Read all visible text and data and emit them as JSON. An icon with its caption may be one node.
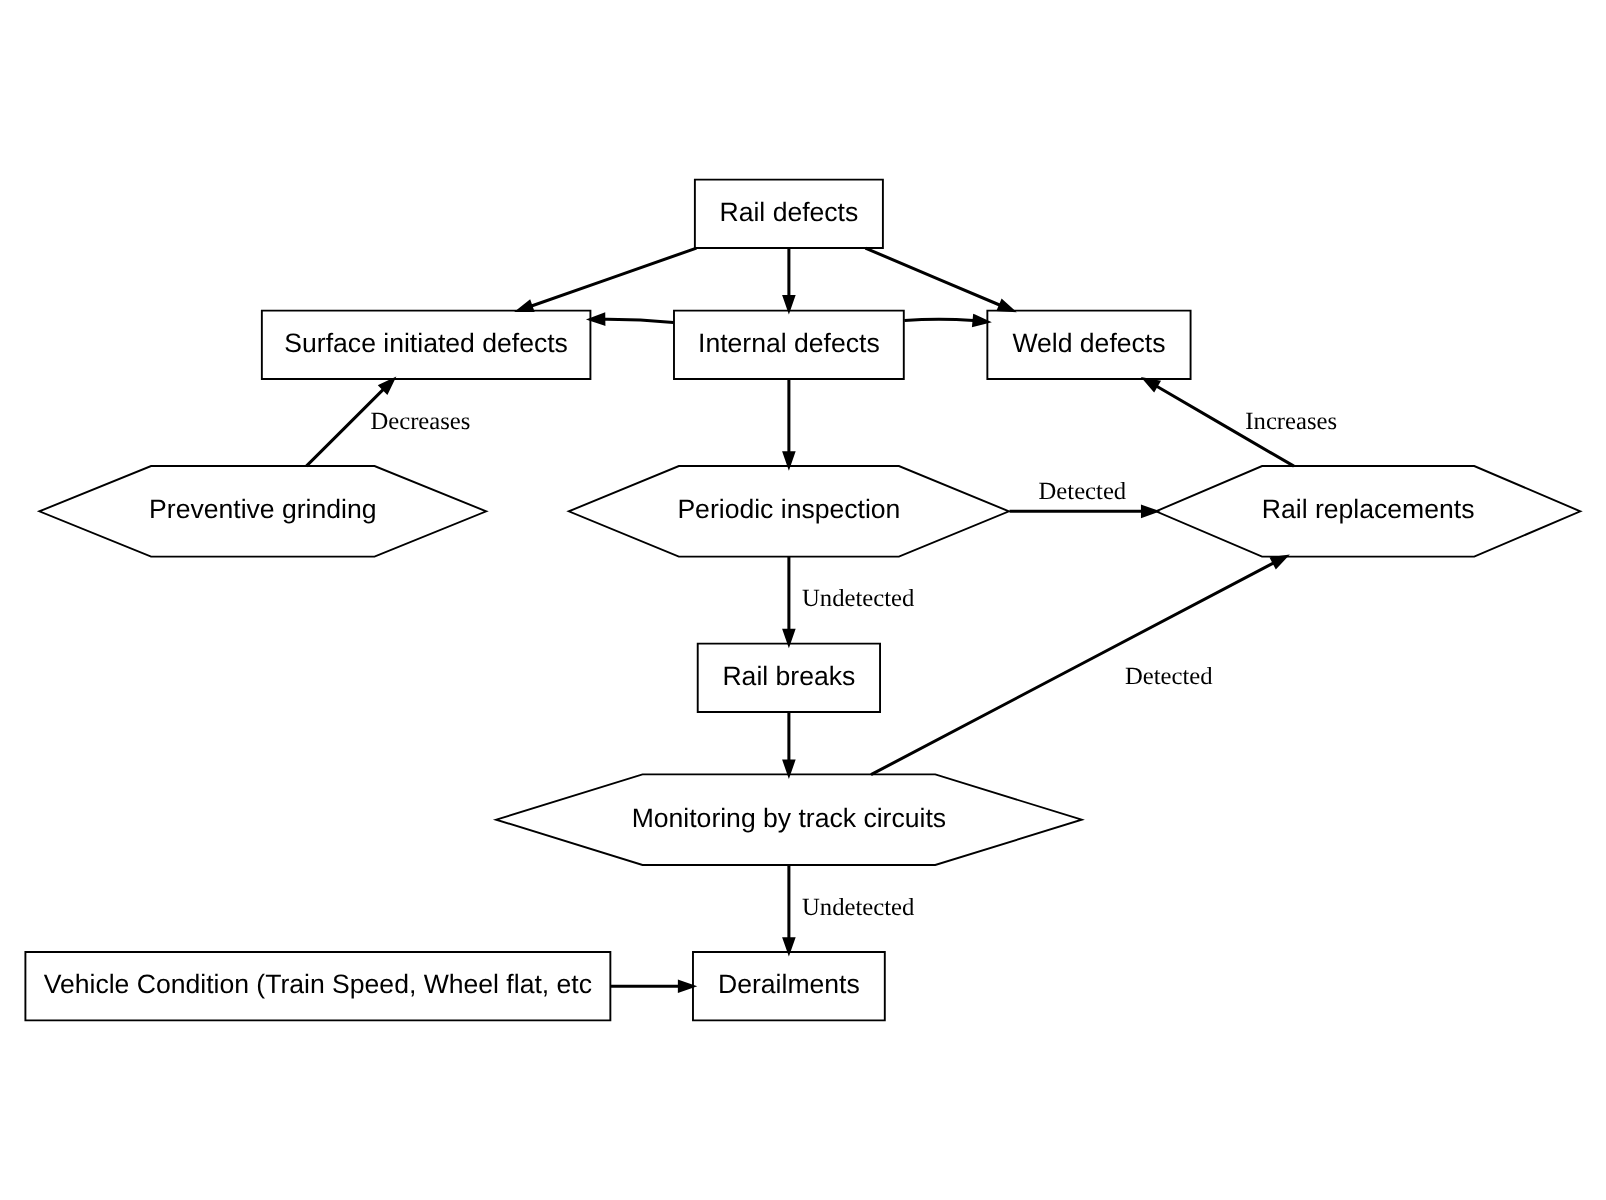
{
  "diagram": {
    "nodes": [
      {
        "text": [
          "Rail defects"
        ]
      },
      {
        "text": [
          "Surface initiated defects"
        ]
      },
      {
        "text": [
          "Internal defects"
        ]
      },
      {
        "text": [
          "Weld defects"
        ]
      },
      {
        "text": [
          "Preventive grinding"
        ]
      },
      {
        "text": [
          "Periodic inspection"
        ]
      },
      {
        "text": [
          "Rail replacements"
        ]
      },
      {
        "text": [
          "Rail breaks"
        ]
      },
      {
        "text": [
          "Monitoring by track circuits"
        ]
      },
      {
        "text": [
          "Vehicle Condition (Train Speed, Wheel flat, etc"
        ]
      },
      {
        "text": [
          "Derailments"
        ]
      }
    ],
    "edges": [
      {
        "from": 0,
        "to": 1,
        "arrow": "to"
      },
      {
        "from": 0,
        "to": 2,
        "arrow": "to"
      },
      {
        "from": 0,
        "to": 3,
        "arrow": "to"
      },
      {
        "from": 2,
        "to": 1,
        "arrow": "to"
      },
      {
        "from": 2,
        "to": 3,
        "arrow": "to"
      },
      {
        "from": 2,
        "to": 5,
        "arrow": "to"
      },
      {
        "from": 4,
        "to": 1,
        "arrow": "to",
        "label": "Decreases"
      },
      {
        "from": 6,
        "to": 3,
        "arrow": "to",
        "label": "Increases"
      },
      {
        "from": 5,
        "to": 6,
        "arrow": "to",
        "label": "Detected"
      },
      {
        "from": 5,
        "to": 7,
        "arrow": "to",
        "label": "Undetected"
      },
      {
        "from": 7,
        "to": 8,
        "arrow": "to"
      },
      {
        "from": 8,
        "to": 6,
        "arrow": "to",
        "label": "Detected"
      },
      {
        "from": 8,
        "to": 10,
        "arrow": "to",
        "label": "Undetected"
      },
      {
        "from": 9,
        "to": 10,
        "arrow": "to"
      }
    ]
  }
}
